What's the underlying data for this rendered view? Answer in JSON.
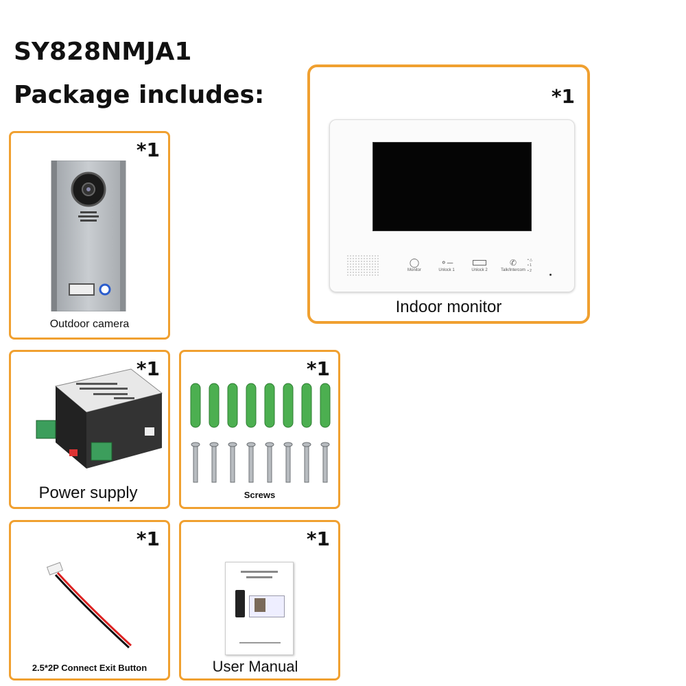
{
  "model": "SY828NMJA1",
  "package_heading": "Package includes:",
  "items": {
    "outdoor_camera": {
      "label": "Outdoor camera",
      "qty": "*1"
    },
    "indoor_monitor": {
      "label": "Indoor monitor",
      "qty": "*1",
      "buttons": [
        "Monitor",
        "Unlock 1",
        "Unlock 2",
        "Talk/Intercom"
      ],
      "indicators": [
        "1",
        "2"
      ]
    },
    "power_supply": {
      "label": "Power supply",
      "qty": "*1"
    },
    "screws": {
      "label": "Screws",
      "qty": "*1"
    },
    "exit_button_cable": {
      "label": "2.5*2P Connect Exit Button",
      "qty": "*1"
    },
    "user_manual": {
      "label": "User Manual",
      "qty": "*1"
    }
  },
  "colors": {
    "card_border": "#f0a030",
    "anchor_green": "#4caf50"
  }
}
